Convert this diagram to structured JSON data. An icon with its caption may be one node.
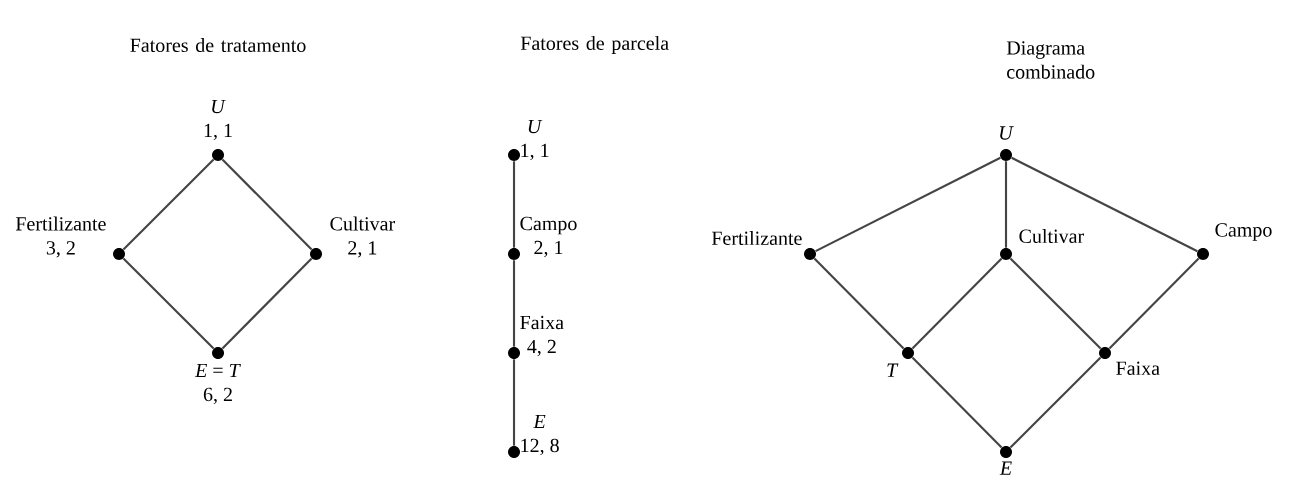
{
  "diagram": {
    "nodes": [
      {
        "text": [
          "*U*",
          "1, 1"
        ]
      },
      {
        "text": [
          "Fertilizante",
          "3, 2"
        ]
      },
      {
        "text": [
          "Cultivar",
          "2, 1"
        ]
      },
      {
        "text": [
          "*E* = *T*",
          "6, 2"
        ]
      },
      {
        "text": [
          "*U*",
          "1, 1"
        ]
      },
      {
        "text": [
          "Campo",
          "2, 1"
        ]
      },
      {
        "text": [
          "Faixa",
          "4, 2"
        ]
      },
      {
        "text": [
          "*E*",
          "12, 8"
        ]
      },
      {
        "text": [
          "*U*"
        ]
      },
      {
        "text": [
          "Fertilizante"
        ]
      },
      {
        "text": [
          "Cultivar"
        ]
      },
      {
        "text": [
          "Campo"
        ]
      },
      {
        "text": [
          "*T*"
        ]
      },
      {
        "text": [
          "Faixa"
        ]
      },
      {
        "text": [
          "*E*"
        ]
      }
    ],
    "edges": [
      {
        "from": 0,
        "to": 1,
        "arrow": "none"
      },
      {
        "from": 0,
        "to": 2,
        "arrow": "none"
      },
      {
        "from": 1,
        "to": 3,
        "arrow": "none"
      },
      {
        "from": 2,
        "to": 3,
        "arrow": "none"
      },
      {
        "from": 4,
        "to": 5,
        "arrow": "none"
      },
      {
        "from": 5,
        "to": 6,
        "arrow": "none"
      },
      {
        "from": 6,
        "to": 7,
        "arrow": "none"
      },
      {
        "from": 8,
        "to": 9,
        "arrow": "none"
      },
      {
        "from": 8,
        "to": 10,
        "arrow": "none"
      },
      {
        "from": 8,
        "to": 11,
        "arrow": "none"
      },
      {
        "from": 9,
        "to": 12,
        "arrow": "none"
      },
      {
        "from": 10,
        "to": 12,
        "arrow": "none"
      },
      {
        "from": 10,
        "to": 13,
        "arrow": "none"
      },
      {
        "from": 11,
        "to": 13,
        "arrow": "none"
      },
      {
        "from": 12,
        "to": 14,
        "arrow": "none"
      },
      {
        "from": 13,
        "to": 14,
        "arrow": "none"
      }
    ],
    "labels": [
      "Fatores de tratamento",
      "Fatores de parcela",
      "Diagrama combinado"
    ]
  }
}
